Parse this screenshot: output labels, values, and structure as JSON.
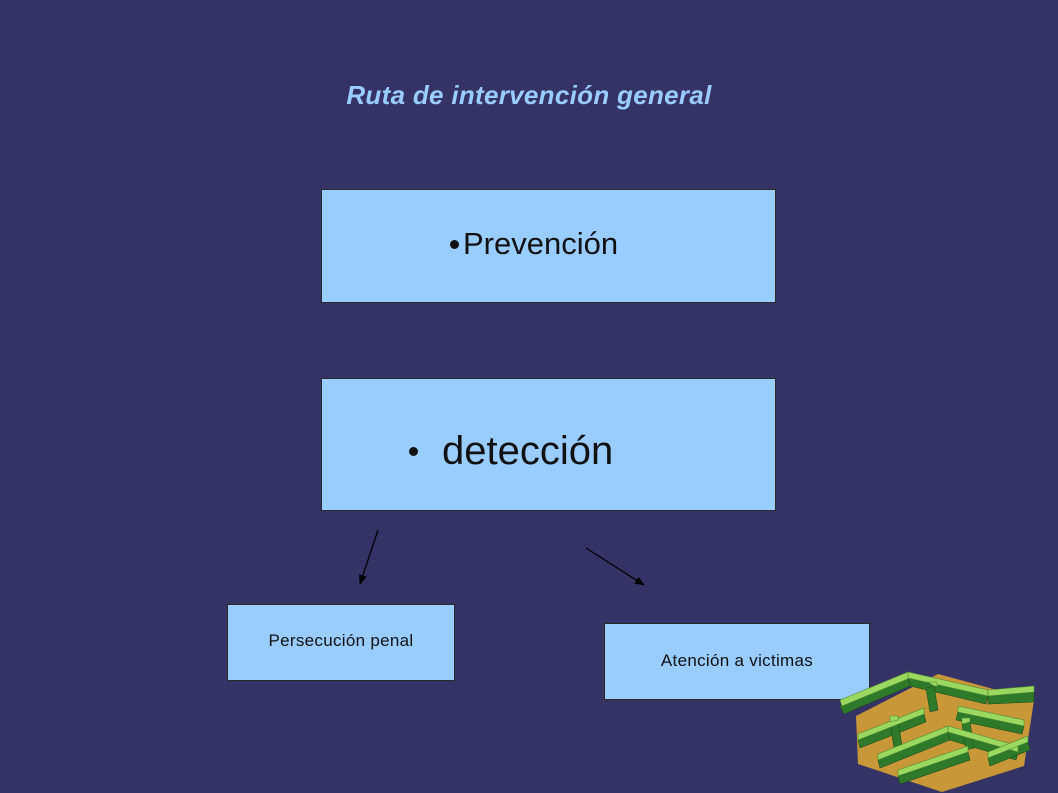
{
  "title": "Ruta de intervención general",
  "nodes": {
    "prevencion": "Prevención",
    "deteccion": "detección",
    "persecucion": "Persecución penal",
    "atencion": "Atención a victimas"
  },
  "colors": {
    "background": "#353366",
    "box_fill": "#99ccff",
    "title_text": "#99ccff",
    "node_text": "#111111",
    "arrow": "#000000",
    "maze_dark": "#2f7a2a",
    "maze_light": "#9ad860",
    "maze_ground": "#c89838"
  }
}
